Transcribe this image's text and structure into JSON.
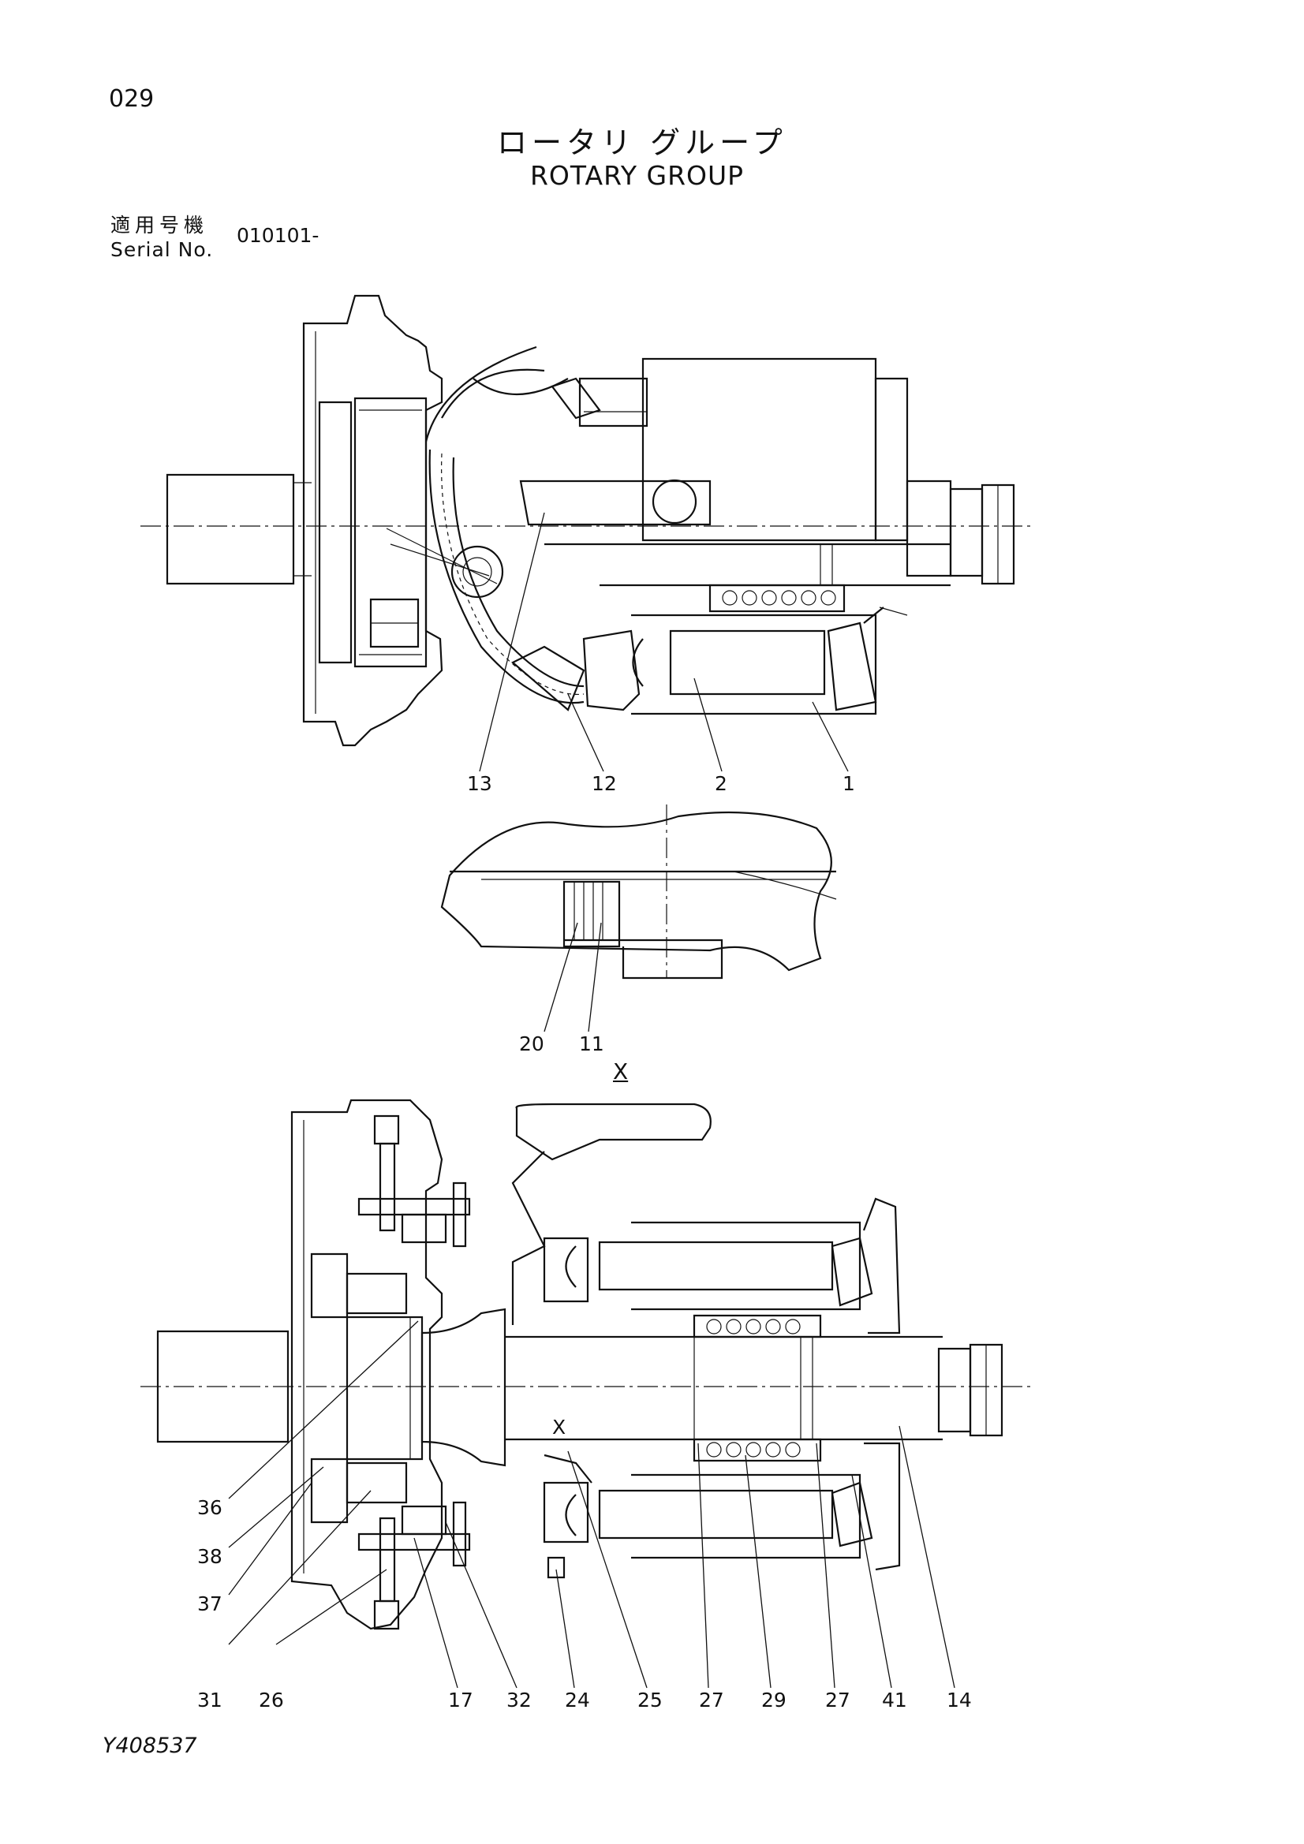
{
  "page": {
    "page_number": "029",
    "title_ja": "ロータリ グループ",
    "title_en": "ROTARY GROUP",
    "serial_label_ja": "適用号機",
    "serial_label_en": "Serial No.",
    "serial_value": "010101-",
    "document_code": "Y408537"
  },
  "view_labels": {
    "section_x": "X",
    "section_x_mark": "X"
  },
  "callouts": {
    "top_view": [
      "13",
      "12",
      "2",
      "1"
    ],
    "detail_view": [
      "20",
      "11"
    ],
    "bottom_view_left": [
      "36",
      "38",
      "37",
      "31",
      "26"
    ],
    "bottom_view_bottom": [
      "17",
      "32",
      "24",
      "25",
      "27",
      "29",
      "27",
      "41",
      "14"
    ]
  }
}
